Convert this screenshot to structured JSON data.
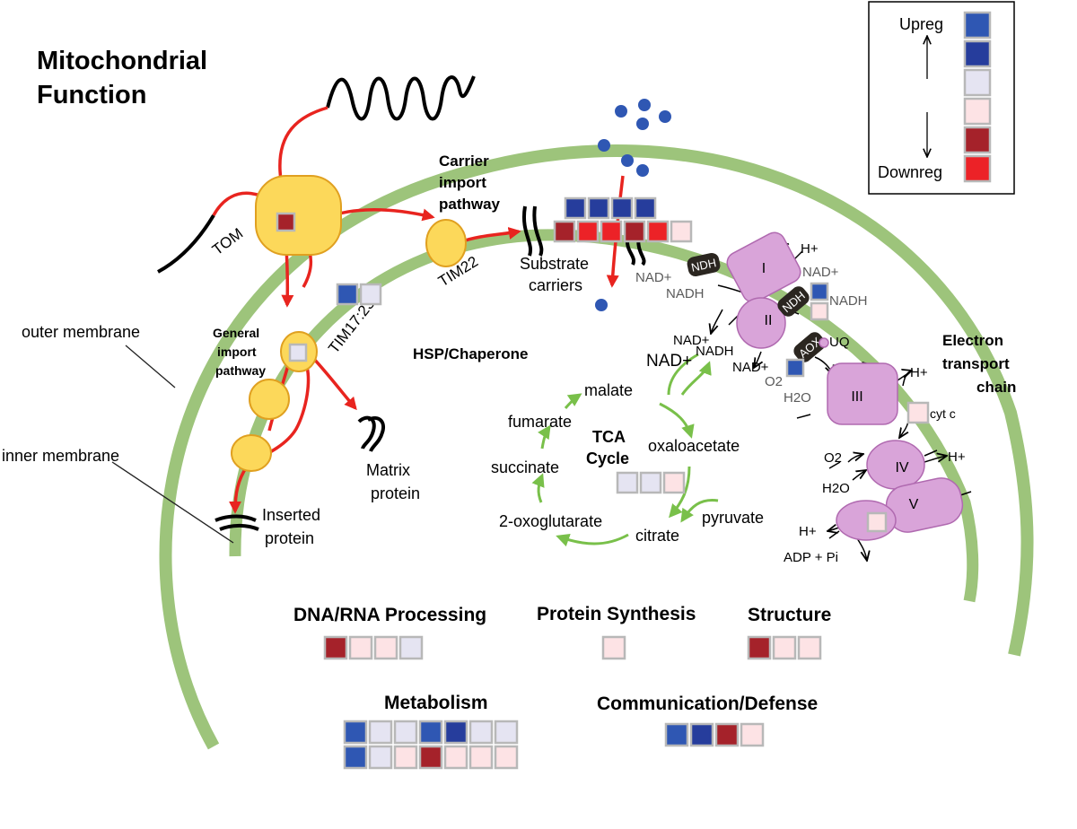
{
  "title": [
    "Mitochondrial",
    "Function"
  ],
  "colors": {
    "membrane": "#9dc47b",
    "complex_fill": "#d9a4d9",
    "complex_stroke": "#b06ab0",
    "import_fill": "#fcd85a",
    "import_stroke": "#e0a020",
    "arrow_red": "#e8241f",
    "tca_green": "#79c04a",
    "up_strong": "#2f57b3",
    "up_dark": "#263d9c",
    "up_light": "#e5e4f2",
    "down_light": "#fde3e5",
    "down_dark": "#a5222a",
    "down_strong": "#ec2227",
    "cell_border": "#b8b8b8"
  },
  "legend": {
    "up": "Upreg",
    "down": "Downreg",
    "swatches": [
      "up_strong",
      "up_dark",
      "up_light",
      "down_light",
      "down_dark",
      "down_strong"
    ]
  },
  "labels": {
    "tom": "TOM",
    "tim22": "TIM22",
    "tim1723": "TIM17:23",
    "carrier": [
      "Carrier",
      "import",
      "pathway"
    ],
    "substrate": [
      "Substrate",
      "carriers"
    ],
    "general": [
      "General",
      "import",
      "pathway"
    ],
    "matrix": [
      "Matrix",
      "protein"
    ],
    "inserted": [
      "Inserted",
      "protein"
    ],
    "outer": "outer membrane",
    "inner": "inner membrane",
    "hsp": "HSP/Chaperone",
    "etc": [
      "Electron",
      "transport",
      "chain"
    ],
    "tca": [
      "TCA",
      "Cycle"
    ]
  },
  "tca": {
    "malate": "malate",
    "fumarate": "fumarate",
    "oxaloacetate": "oxaloacetate",
    "succinate": "succinate",
    "oxoglutarate": "2-oxoglutarate",
    "citrate": "citrate",
    "pyruvate": "pyruvate",
    "nad_plus": "NAD+",
    "nadh": "NADH"
  },
  "etc": {
    "complexes": [
      "I",
      "II",
      "III",
      "IV",
      "V"
    ],
    "ndh": "NDH",
    "aox": "AOX",
    "uq": "UQ",
    "cytc": "cyt c",
    "hplus": "H+",
    "nad_plus": "NAD+",
    "nadh": "NADH",
    "o2": "O2",
    "h2o": "H2O",
    "adp": "ADP + Pi"
  },
  "categories": {
    "dna": "DNA/RNA Processing",
    "protein": "Protein Synthesis",
    "structure": "Structure",
    "metabolism": "Metabolism",
    "comm": "Communication/Defense"
  },
  "heat": {
    "tom": [
      [
        "down_dark"
      ]
    ],
    "tim1723": [
      [
        "up_strong",
        "up_light"
      ]
    ],
    "general": [
      [
        "up_light"
      ]
    ],
    "carrier": [
      [
        "up_dark",
        "up_dark",
        "up_dark",
        "up_dark"
      ],
      [
        "down_dark",
        "down_strong",
        "down_strong",
        "down_dark",
        "down_strong",
        "down_light"
      ]
    ],
    "ndh": [
      [
        "up_strong"
      ],
      [
        "down_light"
      ]
    ],
    "aox": [
      [
        "up_strong"
      ]
    ],
    "cytc": [
      [
        "down_light"
      ]
    ],
    "complex_v": [
      [
        "down_light"
      ]
    ],
    "tca": [
      [
        "up_light",
        "up_light",
        "down_light"
      ]
    ],
    "dna": [
      [
        "down_dark",
        "down_light",
        "down_light",
        "up_light"
      ]
    ],
    "protein": [
      [
        "down_light"
      ]
    ],
    "structure": [
      [
        "down_dark",
        "down_light",
        "down_light"
      ]
    ],
    "metabolism": [
      [
        "up_strong",
        "up_light",
        "up_light",
        "up_strong",
        "up_dark",
        "up_light",
        "up_light"
      ],
      [
        "up_strong",
        "up_light",
        "down_light",
        "down_dark",
        "down_light",
        "down_light",
        "down_light"
      ]
    ],
    "comm": [
      [
        "up_strong",
        "up_dark",
        "down_dark",
        "down_light"
      ]
    ]
  }
}
